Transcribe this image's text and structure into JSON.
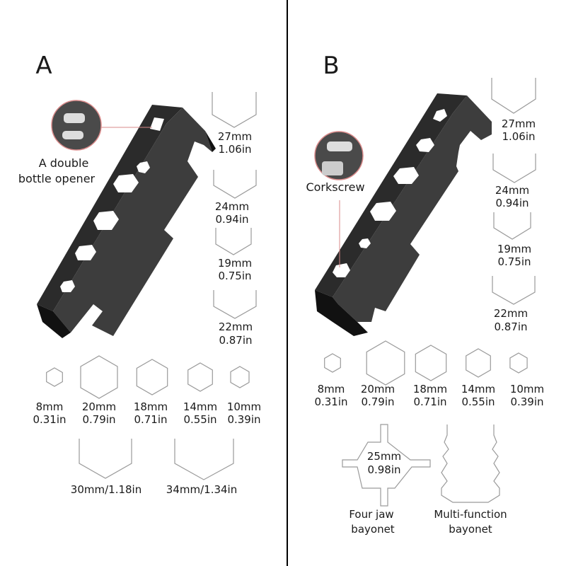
{
  "panels": [
    {
      "label": "A",
      "callout": {
        "lines": [
          "A double",
          "bottle opener"
        ]
      },
      "vertical_sockets": [
        {
          "mm": "27mm",
          "in": "1.06in"
        },
        {
          "mm": "24mm",
          "in": "0.94in"
        },
        {
          "mm": "19mm",
          "in": "0.75in"
        },
        {
          "mm": "22mm",
          "in": "0.87in"
        }
      ],
      "hex_sockets": [
        {
          "mm": "8mm",
          "in": "0.31in"
        },
        {
          "mm": "20mm",
          "in": "0.79in"
        },
        {
          "mm": "18mm",
          "in": "0.71in"
        },
        {
          "mm": "14mm",
          "in": "0.55in"
        },
        {
          "mm": "10mm",
          "in": "0.39in"
        }
      ],
      "large_sockets": [
        "30mm/1.18in",
        "34mm/1.34in"
      ]
    },
    {
      "label": "B",
      "callout": {
        "lines": [
          "Corkscrew"
        ]
      },
      "vertical_sockets": [
        {
          "mm": "27mm",
          "in": "1.06in"
        },
        {
          "mm": "24mm",
          "in": "0.94in"
        },
        {
          "mm": "19mm",
          "in": "0.75in"
        },
        {
          "mm": "22mm",
          "in": "0.87in"
        }
      ],
      "hex_sockets": [
        {
          "mm": "8mm",
          "in": "0.31in"
        },
        {
          "mm": "20mm",
          "in": "0.79in"
        },
        {
          "mm": "18mm",
          "in": "0.71in"
        },
        {
          "mm": "14mm",
          "in": "0.55in"
        },
        {
          "mm": "10mm",
          "in": "0.39in"
        }
      ],
      "four_jaw": {
        "mm": "25mm",
        "in": "0.98in",
        "lines": [
          "Four jaw",
          "bayonet"
        ]
      },
      "multi_function": {
        "lines": [
          "Multi-function",
          "bayonet"
        ]
      }
    }
  ],
  "colors": {
    "divider": "#000000",
    "callout_line": "#d98a8a",
    "tool": "#2b2b2b",
    "socket_outline": "#9a9a9a"
  }
}
